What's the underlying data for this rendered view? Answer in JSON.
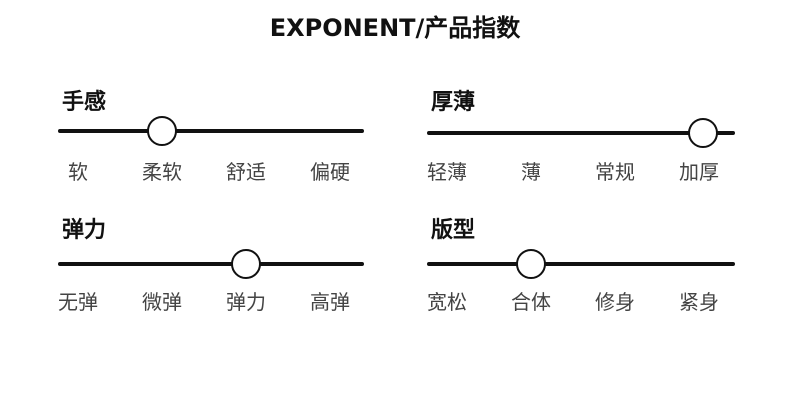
{
  "page": {
    "title": "EXPONENT/产品指数"
  },
  "metrics": [
    {
      "title": "手感",
      "options": [
        "软",
        "柔软",
        "舒适",
        "偏硬"
      ],
      "selected_index": 1
    },
    {
      "title": "厚薄",
      "options": [
        "轻薄",
        "薄",
        "常规",
        "加厚"
      ],
      "selected_index": 3
    },
    {
      "title": "弹力",
      "options": [
        "无弹",
        "微弹",
        "弹力",
        "高弹"
      ],
      "selected_index": 2
    },
    {
      "title": "版型",
      "options": [
        "宽松",
        "合体",
        "修身",
        "紧身"
      ],
      "selected_index": 1
    }
  ],
  "colors": {
    "text": "#111111",
    "label": "#444444",
    "track": "#111111",
    "knob_fill": "#ffffff"
  }
}
